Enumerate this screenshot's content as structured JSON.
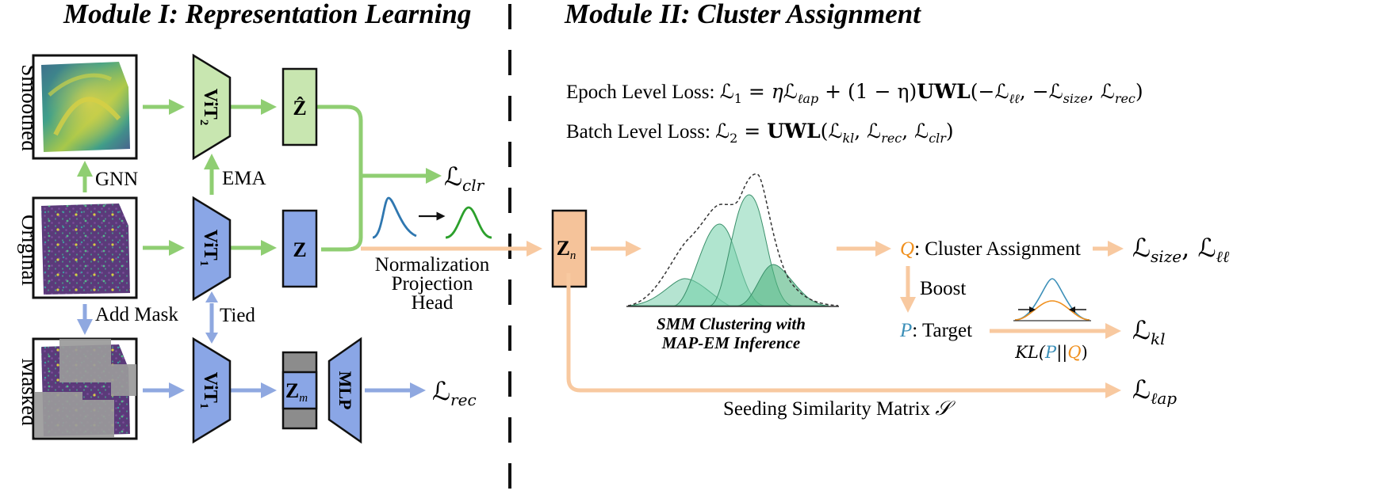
{
  "module1": {
    "title": "Module I: Representation Learning"
  },
  "module2": {
    "title": "Module II: Cluster Assignment"
  },
  "rows": {
    "smoothed": "Smoothed",
    "original": "Original",
    "masked": "Masked"
  },
  "edges": {
    "gnn": "GNN",
    "ema": "EMA",
    "add_mask": "Add Mask",
    "tied": "Tied",
    "boost": "Boost"
  },
  "encoders": {
    "vit2": {
      "base": "ViT",
      "sub": "2"
    },
    "vit1": {
      "base": "ViT",
      "sub": "1"
    },
    "vit1_masked": {
      "base": "ViT",
      "sub": "1"
    },
    "mlp": "MLP"
  },
  "embeddings": {
    "z_hat": "Ẑ",
    "z": "Z",
    "z_m": {
      "base": "Z",
      "sub": "m"
    },
    "z_n": {
      "base": "Z",
      "sub": "n"
    }
  },
  "head": {
    "line1": "Normalization",
    "line2": "Projection",
    "line3": "Head"
  },
  "losses": {
    "clr": {
      "base": "ℒ",
      "sub": "clr"
    },
    "rec": {
      "base": "ℒ",
      "sub": "rec"
    },
    "size_ll": {
      "base1": "ℒ",
      "sub1": "size",
      "sep": ", ",
      "base2": "ℒ",
      "sub2": "ℓℓ"
    },
    "kl": {
      "base": "ℒ",
      "sub": "kl"
    },
    "lap": {
      "base": "ℒ",
      "sub": "ℓap"
    }
  },
  "equations": {
    "epoch": {
      "prefix": "Epoch Level Loss: ",
      "lhs": "ℒ",
      "lhs_sub": "1",
      "body1": " = η",
      "l_a": "ℒ",
      "l_a_sub": "ℓap",
      "body2": " + (1 − η)",
      "uwl": "UWL",
      "body3": "(−",
      "l_b": "ℒ",
      "l_b_sub": "ℓℓ",
      "body4": ", −",
      "l_c": "ℒ",
      "l_c_sub": "size",
      "body5": ", ",
      "l_d": "ℒ",
      "l_d_sub": "rec",
      "body6": ")"
    },
    "batch": {
      "prefix": "Batch Level Loss: ",
      "lhs": "ℒ",
      "lhs_sub": "2",
      "body1": " = ",
      "uwl": "UWL",
      "body2": "(",
      "l_a": "ℒ",
      "l_a_sub": "kl",
      "body3": ", ",
      "l_b": "ℒ",
      "l_b_sub": "rec",
      "body4": ", ",
      "l_c": "ℒ",
      "l_c_sub": "clr",
      "body5": ")"
    }
  },
  "smm": {
    "line1": "SMM Clustering with",
    "line2": "MAP-EM Inference"
  },
  "assign": {
    "q": "Q",
    "q_text": ": Cluster Assignment",
    "p": "P",
    "p_text": ": Target",
    "kl_prefix": "KL(",
    "kl_p": "P",
    "kl_mid": "||",
    "kl_q": "Q",
    "kl_suffix": ")"
  },
  "seeding": {
    "text": "Seeding Similarity Matrix ",
    "sym": "𝒮"
  },
  "colors": {
    "green_arrow": "#8fce72",
    "green_fill": "#c8e6b0",
    "blue_arrow": "#8fa8e0",
    "blue_fill": "#8aa6e6",
    "orange_arrow": "#f8c9a0",
    "orange_fill": "#f5c39a",
    "q_orange": "#f0901e",
    "p_blue": "#3c8fb8",
    "curve_blue": "#2f77b0",
    "curve_green": "#2ca02c",
    "gray_block": "#8c8c8c",
    "mixture_green": "#5cc49a"
  },
  "icons": {
    "smoothed_image": "tissue-smoothed-image",
    "original_image": "tissue-original-image",
    "masked_image": "tissue-masked-image"
  }
}
